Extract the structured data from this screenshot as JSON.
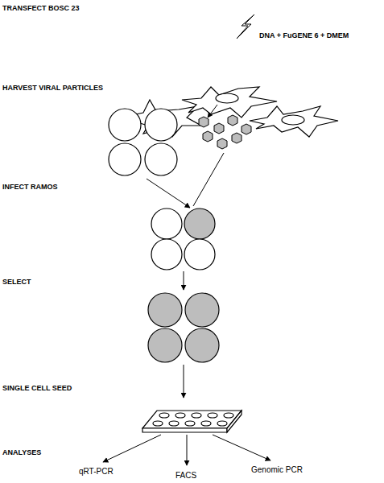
{
  "diagram": {
    "labels": [
      "TRANSFECT BOSC 23",
      "DNA + FuGENE 6 + DMEM",
      "HARVEST VIRAL PARTICLES",
      "INFECT RAMOS",
      "SELECT",
      "SINGLE CELL SEED",
      "ANALYSES",
      "qRT-PCR",
      "FACS",
      "Genomic PCR"
    ]
  }
}
